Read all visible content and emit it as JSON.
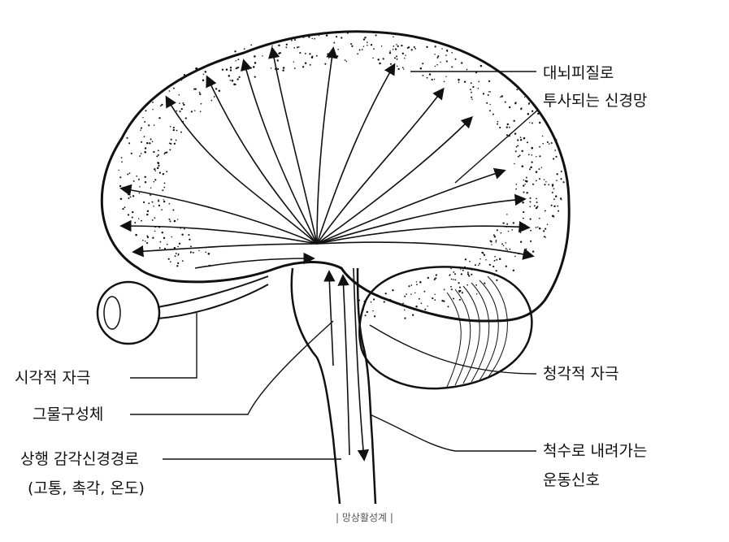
{
  "labels": {
    "cortex_line1": "대뇌피질로",
    "cortex_line2": "투사되는 신경망",
    "auditory": "청각적 자극",
    "visual": "시각적 자극",
    "reticular": "그물구성체",
    "ascending_line1": "상행 감각신경경로",
    "ascending_line2": "(고통, 촉각, 온도)",
    "descending_line1": "척수로 내려가는",
    "descending_line2": "운동신호"
  },
  "caption": "| 망상활성계 |",
  "colors": {
    "ink": "#111111",
    "background": "#ffffff"
  }
}
